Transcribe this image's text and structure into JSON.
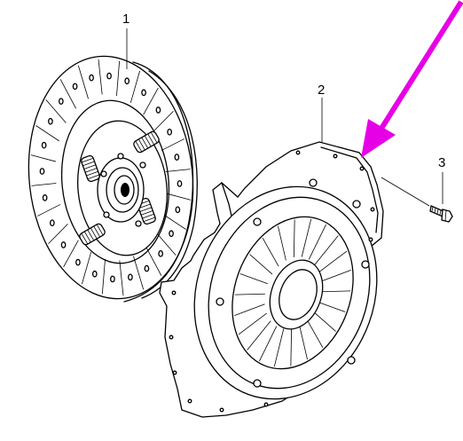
{
  "diagram": {
    "callouts": [
      {
        "number": "1",
        "part": "clutch-disc"
      },
      {
        "number": "2",
        "part": "pressure-plate"
      },
      {
        "number": "3",
        "part": "bolt"
      }
    ],
    "indicator_arrow": {
      "color": "#e600e6"
    },
    "line_color": "#000000",
    "background": "#ffffff"
  }
}
